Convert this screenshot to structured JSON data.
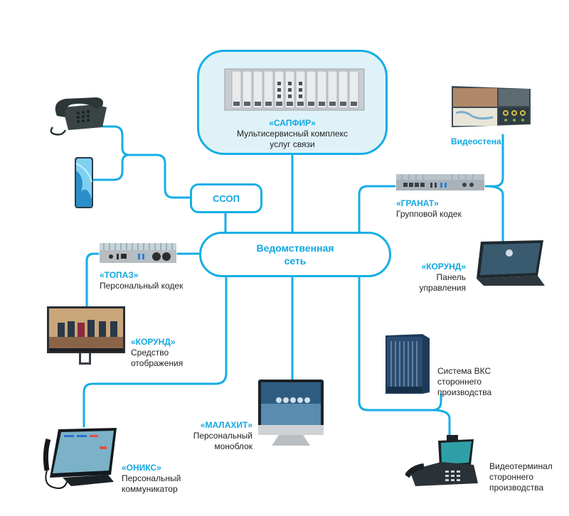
{
  "diagram": {
    "accent_color": "#14aee6",
    "central_network": {
      "label_line1": "Ведомственная",
      "label_line2": "сеть"
    },
    "pstn": {
      "label": "ССОП"
    },
    "sapfir": {
      "brand": "«САПФИР»",
      "line1": "Мультисервисный комплекс",
      "line2": "услуг связи",
      "icon": "rack-chassis-icon"
    },
    "videowall": {
      "label": "Видеостена",
      "icon": "video-wall-icon"
    },
    "granat": {
      "brand": "«ГРАНАТ»",
      "line1": "Групповой кодек",
      "icon": "codec-box-icon"
    },
    "korund_panel": {
      "brand": "«КОРУНД»",
      "line1": "Панель",
      "line2": "управления",
      "icon": "tablet-panel-icon"
    },
    "topaz": {
      "brand": "«ТОПАЗ»",
      "line1": "Персональный кодек",
      "icon": "mini-pc-icon"
    },
    "korund_display": {
      "brand": "«КОРУНД»",
      "line1": "Средство",
      "line2": "отображения",
      "icon": "display-stand-icon"
    },
    "vks_system": {
      "line1": "Система ВКС",
      "line2": "стороннего",
      "line3": "производства",
      "icon": "server-cabinet-icon"
    },
    "malakhit": {
      "brand": "«МАЛАХИТ»",
      "line1": "Персональный",
      "line2": "моноблок",
      "icon": "monoblock-icon"
    },
    "oniks": {
      "brand": "«ОНИКС»",
      "line1": "Персональный",
      "line2": "коммуникатор",
      "icon": "communicator-icon"
    },
    "video_terminal": {
      "line1": "Видеотерминал",
      "line2": "стороннего",
      "line3": "производства",
      "icon": "video-phone-icon"
    },
    "desk_phone": {
      "icon": "desk-phone-icon"
    },
    "smartphone": {
      "icon": "smartphone-icon"
    }
  }
}
